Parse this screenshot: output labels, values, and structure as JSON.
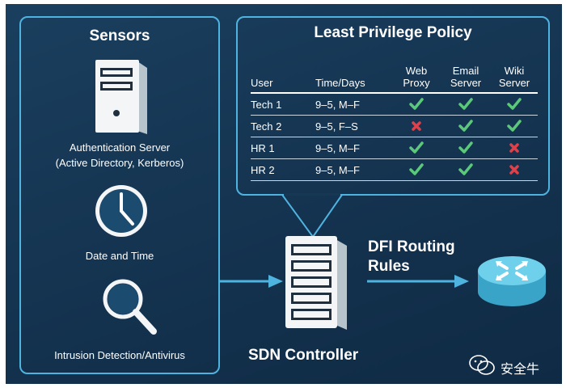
{
  "sensors": {
    "title": "Sensors",
    "auth_caption_line1": "Authentication Server",
    "auth_caption_line2": "(Active Directory, Kerberos)",
    "datetime_caption": "Date and Time",
    "ids_caption": "Intrusion Detection/Antivirus"
  },
  "policy": {
    "title": "Least Privilege Policy",
    "headers": {
      "user": "User",
      "time": "Time/Days",
      "web_line1": "Web",
      "web_line2": "Proxy",
      "email_line1": "Email",
      "email_line2": "Server",
      "wiki_line1": "Wiki",
      "wiki_line2": "Server"
    },
    "rows": [
      {
        "user": "Tech 1",
        "time": "9–5, M–F",
        "web": true,
        "email": true,
        "wiki": true
      },
      {
        "user": "Tech 2",
        "time": "9–5, F–S",
        "web": false,
        "email": true,
        "wiki": true
      },
      {
        "user": "HR 1",
        "time": "9–5, M–F",
        "web": true,
        "email": true,
        "wiki": false
      },
      {
        "user": "HR 2",
        "time": "9–5, M–F",
        "web": true,
        "email": true,
        "wiki": false
      }
    ]
  },
  "controller_label": "SDN Controller",
  "routing_label_line1": "DFI Routing",
  "routing_label_line2": "Rules",
  "watermark": "安全牛",
  "colors": {
    "background": "#153552",
    "panel_border": "#4fb3e0",
    "arrow": "#4fb3e0",
    "allow": "#5cc87a",
    "deny": "#e0404a",
    "router": "#5bc2e0"
  }
}
